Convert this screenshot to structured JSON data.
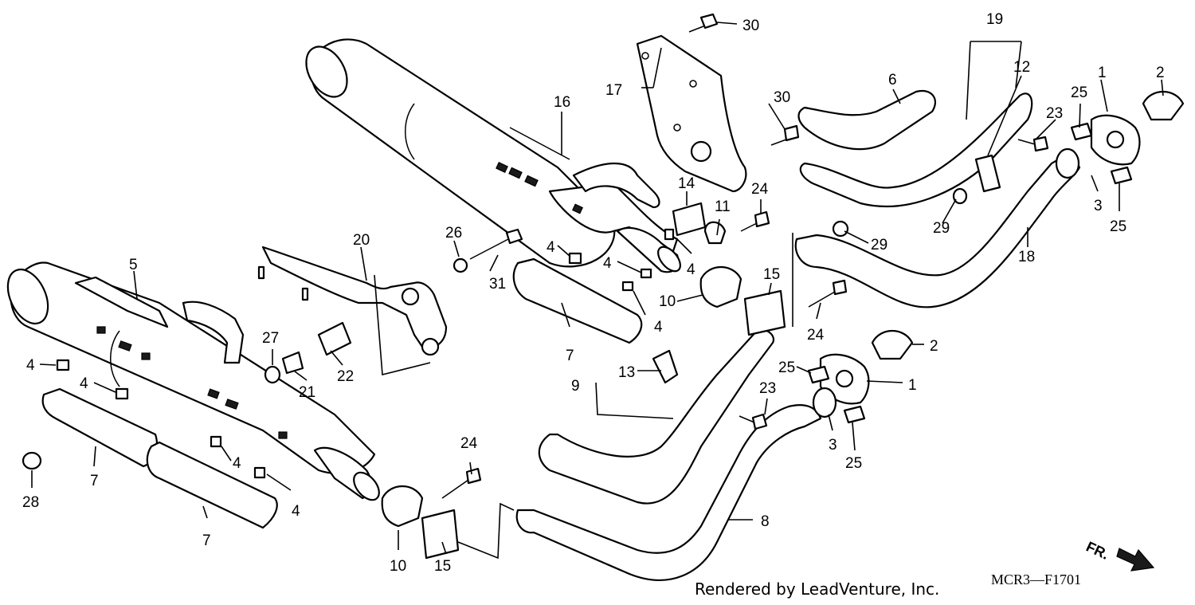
{
  "callouts": [
    "1",
    "2",
    "3",
    "4",
    "5",
    "6",
    "7",
    "8",
    "9",
    "10",
    "11",
    "12",
    "13",
    "14",
    "15",
    "16",
    "17",
    "18",
    "19",
    "20",
    "21",
    "22",
    "23",
    "24",
    "25",
    "26",
    "27",
    "28",
    "29",
    "30",
    "31"
  ],
  "footer": {
    "credit": "Rendered by LeadVenture, Inc.",
    "diagram_code": "MCR3—F1701",
    "front_marker": "FR."
  }
}
